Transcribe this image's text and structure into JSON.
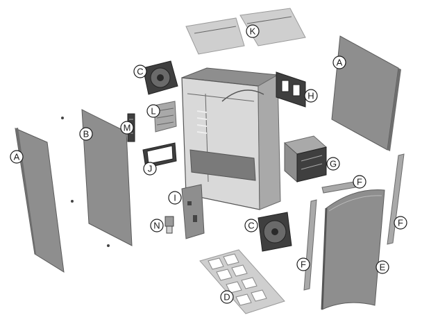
{
  "callouts": {
    "a_left": "A",
    "a_right": "A",
    "b": "B",
    "c_top": "C",
    "c_bottom": "C",
    "d": "D",
    "e": "E",
    "f_top": "F",
    "f_right": "F",
    "f_bottom": "F",
    "g": "G",
    "h": "H",
    "i": "I",
    "j": "J",
    "k": "K",
    "l": "L",
    "m": "M",
    "n": "N"
  },
  "colors": {
    "panel": "#8e8e8e",
    "panel_light": "#cfcfcf",
    "dark": "#3f3f3f",
    "outline": "#1a1a1a"
  }
}
